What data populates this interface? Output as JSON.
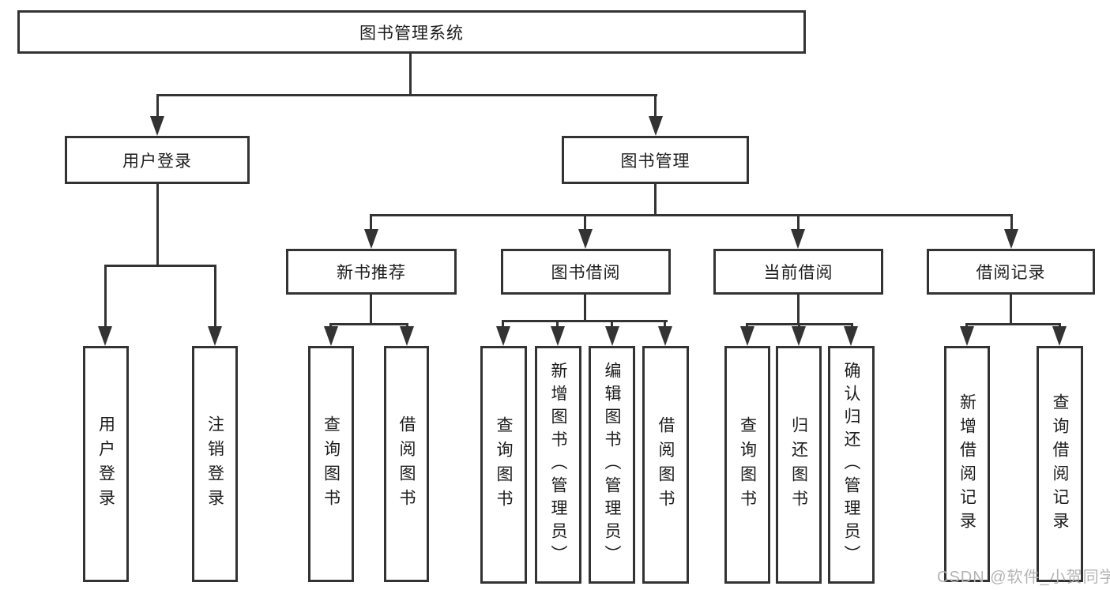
{
  "diagram": {
    "root": {
      "label": "图书管理系统"
    },
    "level2": [
      {
        "id": "user-login",
        "label": "用户登录"
      },
      {
        "id": "book-management",
        "label": "图书管理"
      }
    ],
    "level3": [
      {
        "id": "new-book-recommend",
        "label": "新书推荐"
      },
      {
        "id": "book-borrow",
        "label": "图书借阅"
      },
      {
        "id": "current-borrow",
        "label": "当前借阅"
      },
      {
        "id": "borrow-records",
        "label": "借阅记录"
      }
    ],
    "leaves": [
      {
        "id": "user-login-leaf",
        "label": "用户登录"
      },
      {
        "id": "logout-leaf",
        "label": "注销登录"
      },
      {
        "id": "nb-query-books",
        "label": "查询图书"
      },
      {
        "id": "nb-borrow-books",
        "label": "借阅图书"
      },
      {
        "id": "bb-query-books",
        "label": "查询图书"
      },
      {
        "id": "bb-add-books",
        "label": "新增图书（管理员）"
      },
      {
        "id": "bb-edit-books",
        "label": "编辑图书（管理员）"
      },
      {
        "id": "bb-borrow-books",
        "label": "借阅图书"
      },
      {
        "id": "cb-query-books",
        "label": "查询图书"
      },
      {
        "id": "cb-return-books",
        "label": "归还图书"
      },
      {
        "id": "cb-confirm-return",
        "label": "确认归还（管理员）"
      },
      {
        "id": "br-add-record",
        "label": "新增借阅记录"
      },
      {
        "id": "br-query-record",
        "label": "查询借阅记录"
      }
    ]
  },
  "watermark": {
    "text": "CSDN @软件_小贺同学"
  },
  "colors": {
    "line": "#333333",
    "text": "#1c1c1c",
    "watermark": "#b4b4b4",
    "background": "#ffffff"
  }
}
